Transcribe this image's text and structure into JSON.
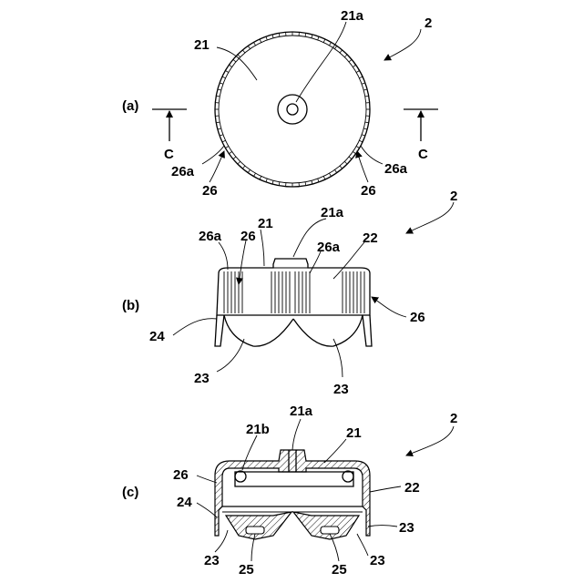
{
  "figure_a": {
    "panel": "(a)",
    "ref_overall": "2",
    "ref_top": "21",
    "ref_hole": "21a",
    "section_left": "C",
    "section_right": "C",
    "ref_notch_left": "26a",
    "ref_notch_right": "26a",
    "ref_rib_left": "26",
    "ref_rib_right": "26"
  },
  "figure_b": {
    "panel": "(b)",
    "ref_overall": "2",
    "ref_top": "21",
    "ref_hole": "21a",
    "ref_notch_left": "26a",
    "ref_rib_left": "26",
    "ref_notch_mid": "26a",
    "ref_side": "22",
    "ref_rib_right": "26",
    "ref_skirt": "24",
    "ref_leg_left": "23",
    "ref_leg_right": "23"
  },
  "figure_c": {
    "panel": "(c)",
    "ref_overall": "2",
    "ref_hole": "21a",
    "ref_inner": "21b",
    "ref_top": "21",
    "ref_rib": "26",
    "ref_side": "22",
    "ref_skirt": "24",
    "ref_leg_right_outer": "23",
    "ref_leg_left": "23",
    "ref_leg_right": "23",
    "ref_slot_left": "25",
    "ref_slot_right": "25"
  }
}
